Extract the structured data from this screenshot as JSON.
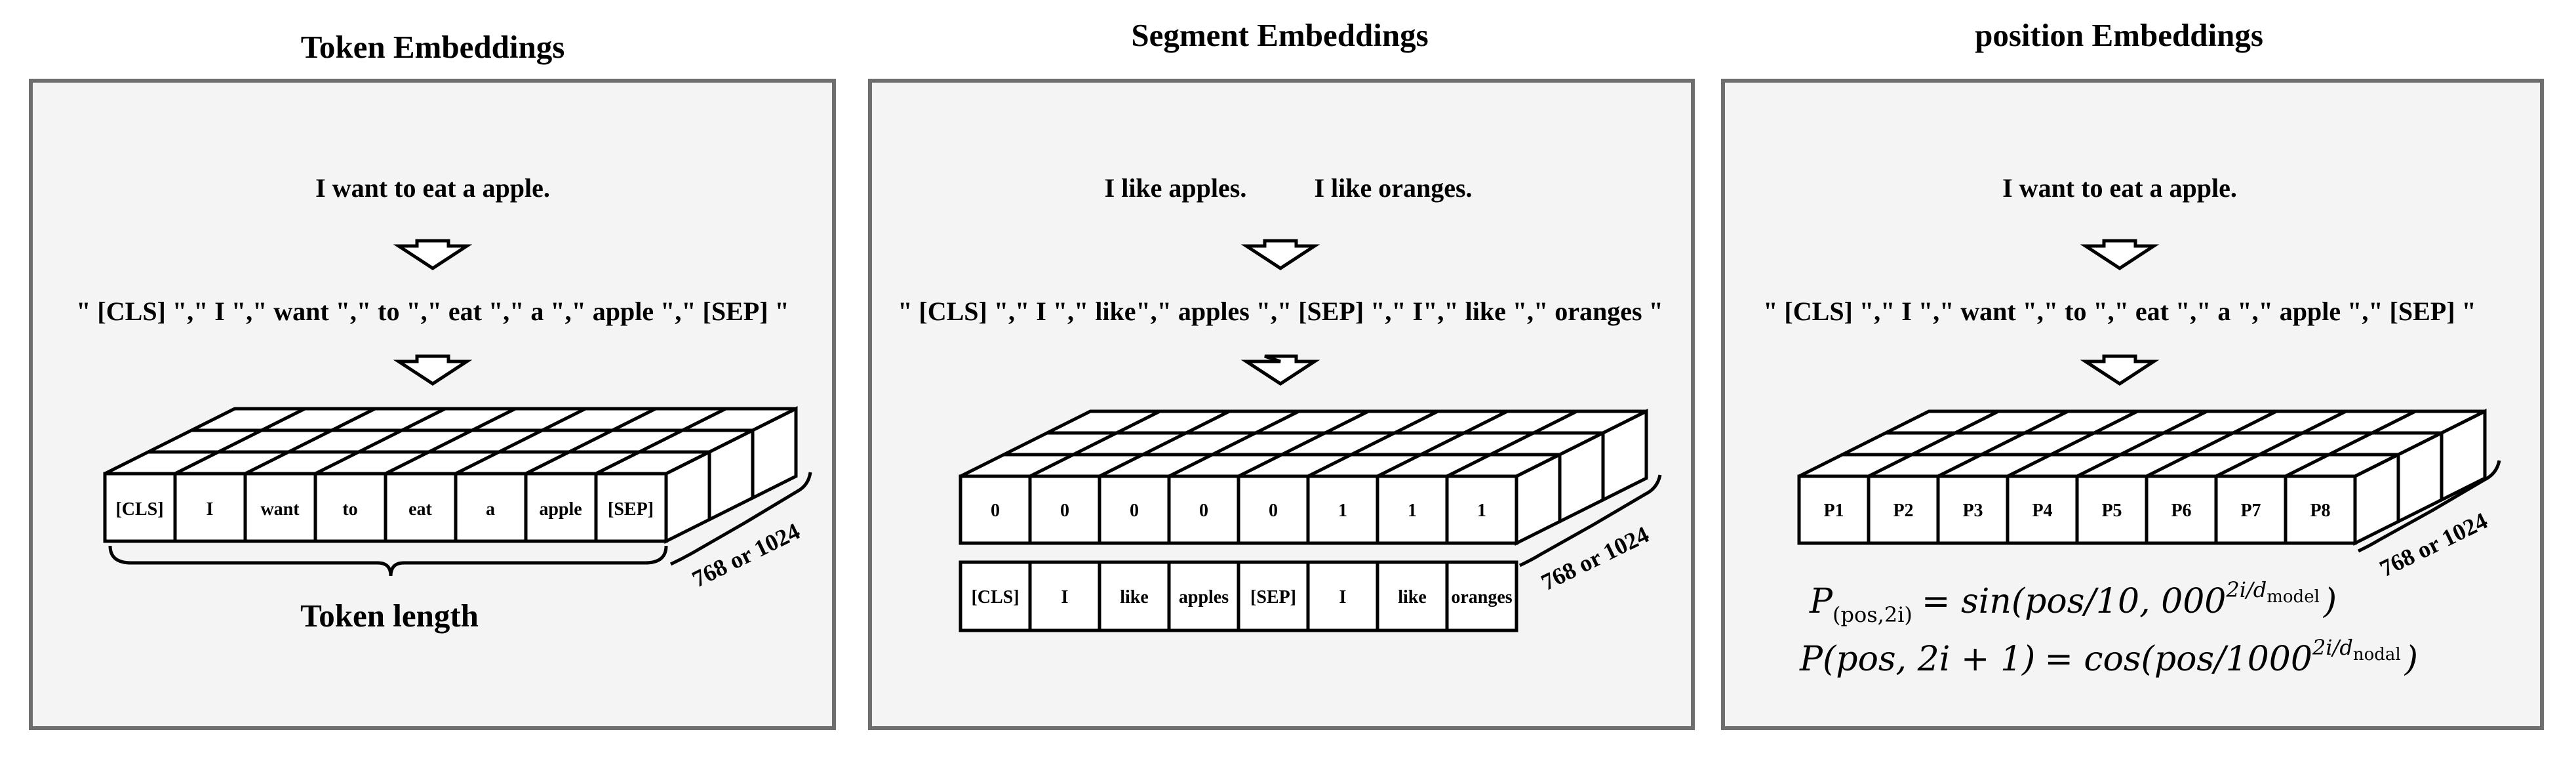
{
  "panels": [
    {
      "title": "Token Embeddings",
      "sentence": "I want to eat a apple.",
      "token_string": "\" [CLS] \",\" I \",\" want \",\" to \",\" eat \",\" a \",\" apple \",\" [SEP] \"",
      "front_cells": [
        "[CLS]",
        "I",
        "want",
        "to",
        "eat",
        "a",
        "apple",
        "[SEP]"
      ],
      "dim_label": "768 or 1024",
      "bottom_label": "Token length"
    },
    {
      "title": "Segment Embeddings",
      "sentence_a": "I like apples.",
      "sentence_b": "I like oranges.",
      "token_string": "\" [CLS] \",\" I \",\" like\",\" apples \",\" [SEP] \",\" I\",\" like \",\" oranges \"",
      "front_cells": [
        "0",
        "0",
        "0",
        "0",
        "0",
        "1",
        "1",
        "1"
      ],
      "token_row": [
        "[CLS]",
        "I",
        "like",
        "apples",
        "[SEP]",
        "I",
        "like",
        "oranges"
      ],
      "dim_label": "768 or 1024"
    },
    {
      "title": "position Embeddings",
      "sentence": "I want to eat a apple.",
      "token_string": "\" [CLS] \",\" I \",\" want \",\" to \",\" eat \",\" a \",\" apple \",\" [SEP] \"",
      "front_cells": [
        "P1",
        "P2",
        "P3",
        "P4",
        "P5",
        "P6",
        "P7",
        "P8"
      ],
      "dim_label": "768 or 1024",
      "formula_1": {
        "lhs": "P",
        "lhs_sub": "(pos,2i)",
        "rhs_start": "= sin(pos/10, 000",
        "exp_base": "2i/d",
        "exp_sub": "model",
        "rhs_end": ")"
      },
      "formula_2": {
        "lhs": "P(pos, 2i + 1)",
        "rhs_start": "= cos(pos/1000",
        "exp_base": "2i/d",
        "exp_sub": "nodal",
        "rhs_end": ")"
      }
    }
  ]
}
